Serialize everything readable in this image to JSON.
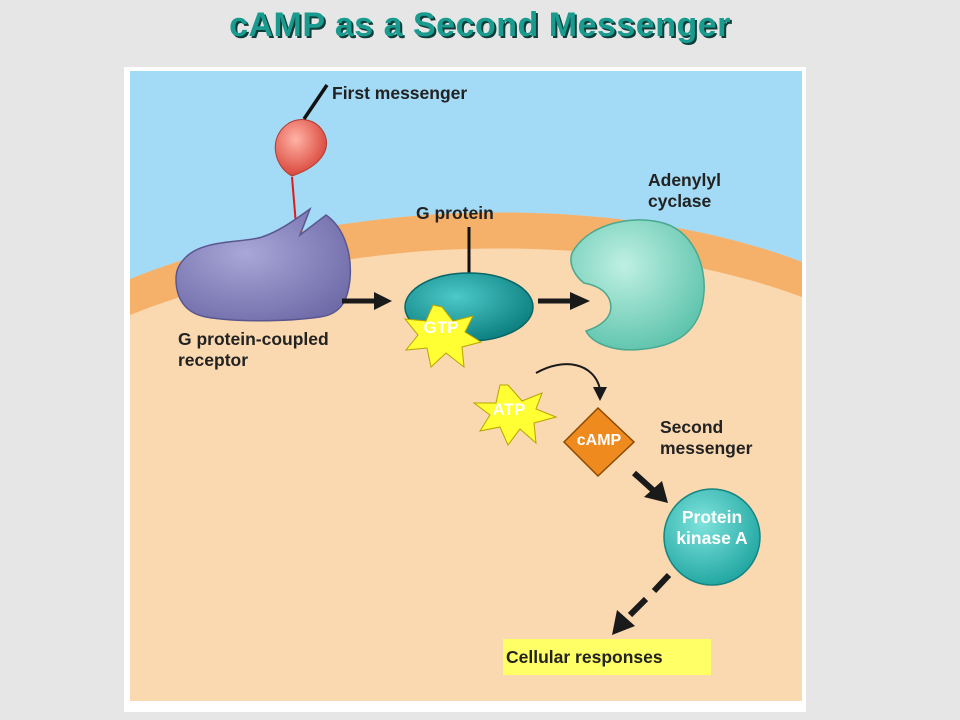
{
  "title": "cAMP as a Second Messenger",
  "labels": {
    "first_messenger": "First messenger",
    "g_protein": "G protein",
    "adenylyl_cyclase_line1": "Adenylyl",
    "adenylyl_cyclase_line2": "cyclase",
    "receptor_line1": "G protein-coupled",
    "receptor_line2": "receptor",
    "gtp": "GTP",
    "atp": "ATP",
    "camp": "cAMP",
    "second_messenger_line1": "Second",
    "second_messenger_line2": "messenger",
    "pka_line1": "Protein",
    "pka_line2": "kinase A",
    "cellular_responses": "Cellular responses"
  },
  "colors": {
    "title": "#1a9b8f",
    "extracellular": "#a3daf5",
    "membrane": "#f5b06a",
    "cytoplasm": "#fad8b0",
    "receptor": "#8f8cc4",
    "g_protein": "#129a9a",
    "adenylyl_cyclase": "#84d6c3",
    "signal_molecule": "#e25a4f",
    "starburst": "#ffff33",
    "camp": "#ef8a1e",
    "protein_kinase_a": "#3ebfb9",
    "cellular_responses_box": "#ffff66"
  }
}
